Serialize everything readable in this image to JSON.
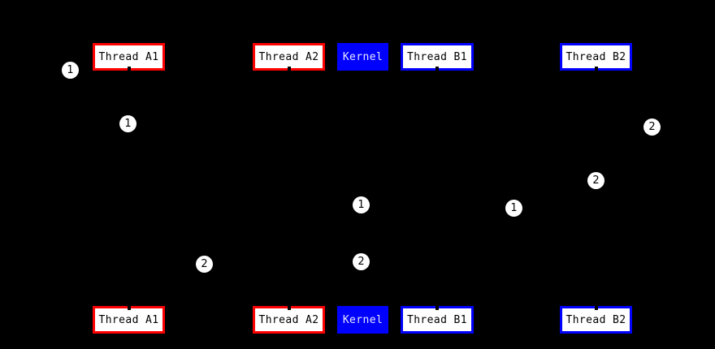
{
  "diagram": {
    "background_color": "#000000",
    "nodes": [
      {
        "id": "thread-a1",
        "label": "Thread A1",
        "role": "thread-a",
        "border_color": "#ff0000",
        "fill_color": "#ffffff",
        "text_color": "#000000"
      },
      {
        "id": "thread-a2",
        "label": "Thread A2",
        "role": "thread-a",
        "border_color": "#ff0000",
        "fill_color": "#ffffff",
        "text_color": "#000000"
      },
      {
        "id": "kernel",
        "label": "Kernel",
        "role": "kernel",
        "border_color": "#0000ff",
        "fill_color": "#0000ff",
        "text_color": "#e8e8ff"
      },
      {
        "id": "thread-b1",
        "label": "Thread B1",
        "role": "thread-b",
        "border_color": "#0000ff",
        "fill_color": "#ffffff",
        "text_color": "#000000"
      },
      {
        "id": "thread-b2",
        "label": "Thread B2",
        "role": "thread-b",
        "border_color": "#0000ff",
        "fill_color": "#ffffff",
        "text_color": "#000000"
      }
    ],
    "rows": [
      "top",
      "bottom"
    ],
    "markers": [
      {
        "label": "1"
      },
      {
        "label": "1"
      },
      {
        "label": "2"
      },
      {
        "label": "2"
      },
      {
        "label": "1"
      },
      {
        "label": "1"
      },
      {
        "label": "2"
      },
      {
        "label": "2"
      }
    ],
    "marker_style": {
      "background": "#ffffff",
      "text_color": "#000000"
    }
  }
}
